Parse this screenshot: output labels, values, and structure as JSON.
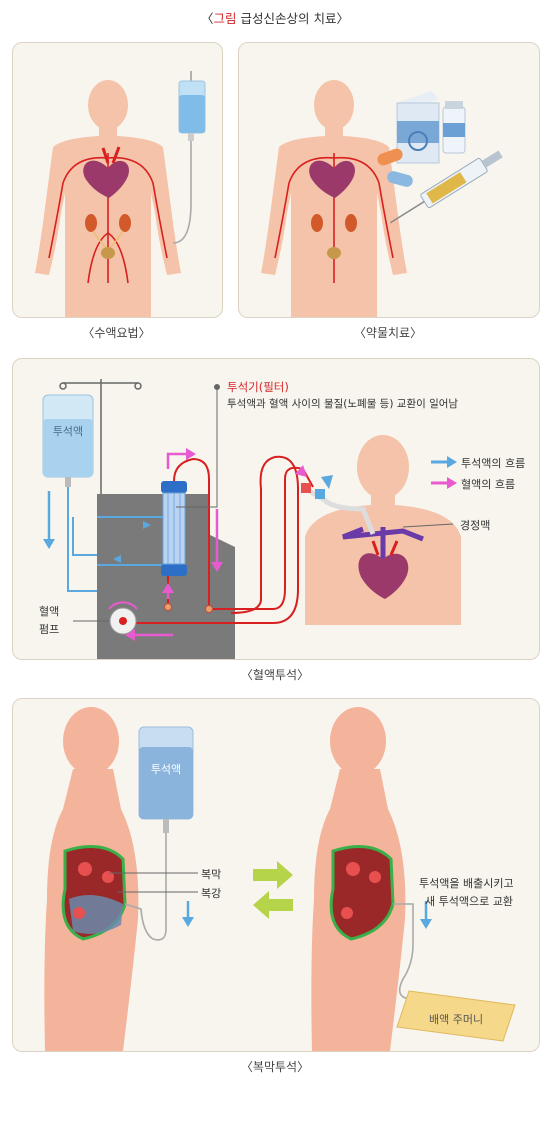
{
  "figure": {
    "title_prefix": "〈",
    "title_highlight": "그림",
    "title_rest": " 급성신손상의 치료〉"
  },
  "panels": {
    "fluid": {
      "caption": "〈수액요법〉"
    },
    "drug": {
      "caption": "〈약물치료〉"
    },
    "hemo": {
      "caption": "〈혈액투석〉",
      "bag_label": "투석액",
      "dialyzer_title": "투석기(필터)",
      "dialyzer_desc": "투석액과 혈액 사이의 물질(노폐물 등) 교환이 일어남",
      "legend_dialysate": "투석액의 흐름",
      "legend_blood": "혈액의 흐름",
      "vein_label": "경정맥",
      "pump_label_1": "혈액",
      "pump_label_2": "펌프"
    },
    "peritoneal": {
      "caption": "〈복막투석〉",
      "bag_label": "투석액",
      "membrane_label": "복막",
      "cavity_label": "복강",
      "exchange_line_1": "투석액을 배출시키고",
      "exchange_line_2": "새 투석액으로 교환",
      "drain_bag_label": "배액 주머니"
    }
  },
  "colors": {
    "dialysate_flow": "#5aa8e0",
    "blood_flow": "#e85bd0",
    "highlight": "#d4272b",
    "body": "#f4c3a9",
    "panel_bg": "#f8f5ee"
  }
}
